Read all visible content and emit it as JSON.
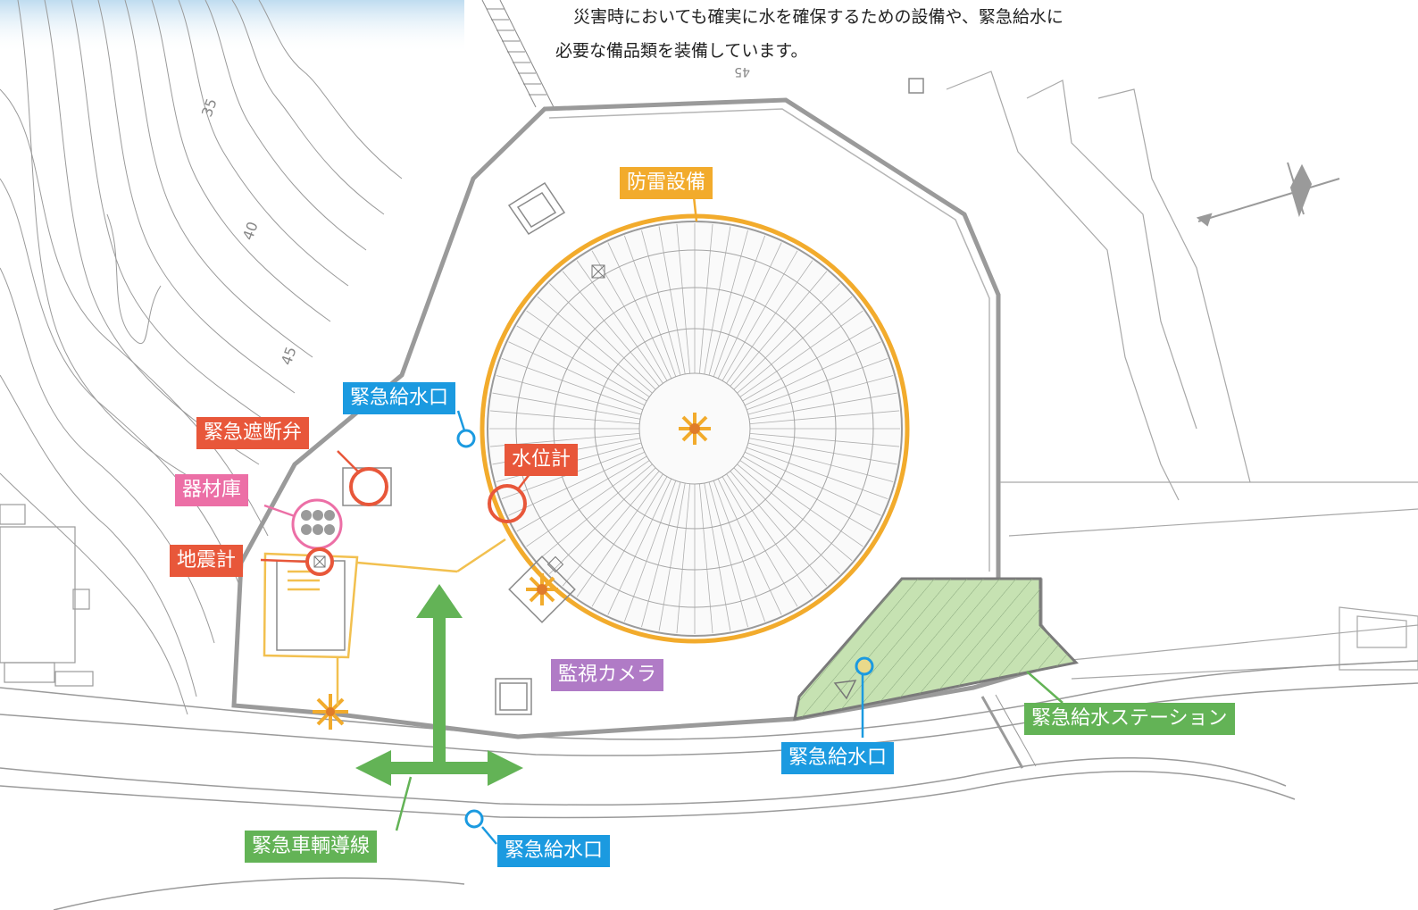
{
  "intro": {
    "line1": "災害時においても確実に水を確保するための設備や、緊急給水に",
    "line2": "必要な備品類を装備しています。"
  },
  "labels": {
    "lightning": "防雷設備",
    "water_outlet_top": "緊急給水口",
    "shutoff_valve": "緊急遮断弁",
    "water_level_gauge": "水位計",
    "equipment_storage": "器材庫",
    "seismometer": "地震計",
    "camera": "監視カメラ",
    "water_station": "緊急給水ステーション",
    "water_outlet_right": "緊急給水口",
    "vehicle_route": "緊急車輌導線",
    "water_outlet_bottom": "緊急給水口"
  },
  "map_numbers": {
    "contour_35": "35",
    "contour_40": "40",
    "contour_45": "45",
    "contour_45_top": "45"
  },
  "colors": {
    "red": "#e8573a",
    "blue": "#1b9ae0",
    "pink": "#ec6fa6",
    "orange": "#f2ab2c",
    "purple": "#b07bc6",
    "green": "#63b356",
    "station_fill": "#c6e2b2"
  },
  "icons": {
    "compass": "compass-icon",
    "sky": "sky-background"
  }
}
